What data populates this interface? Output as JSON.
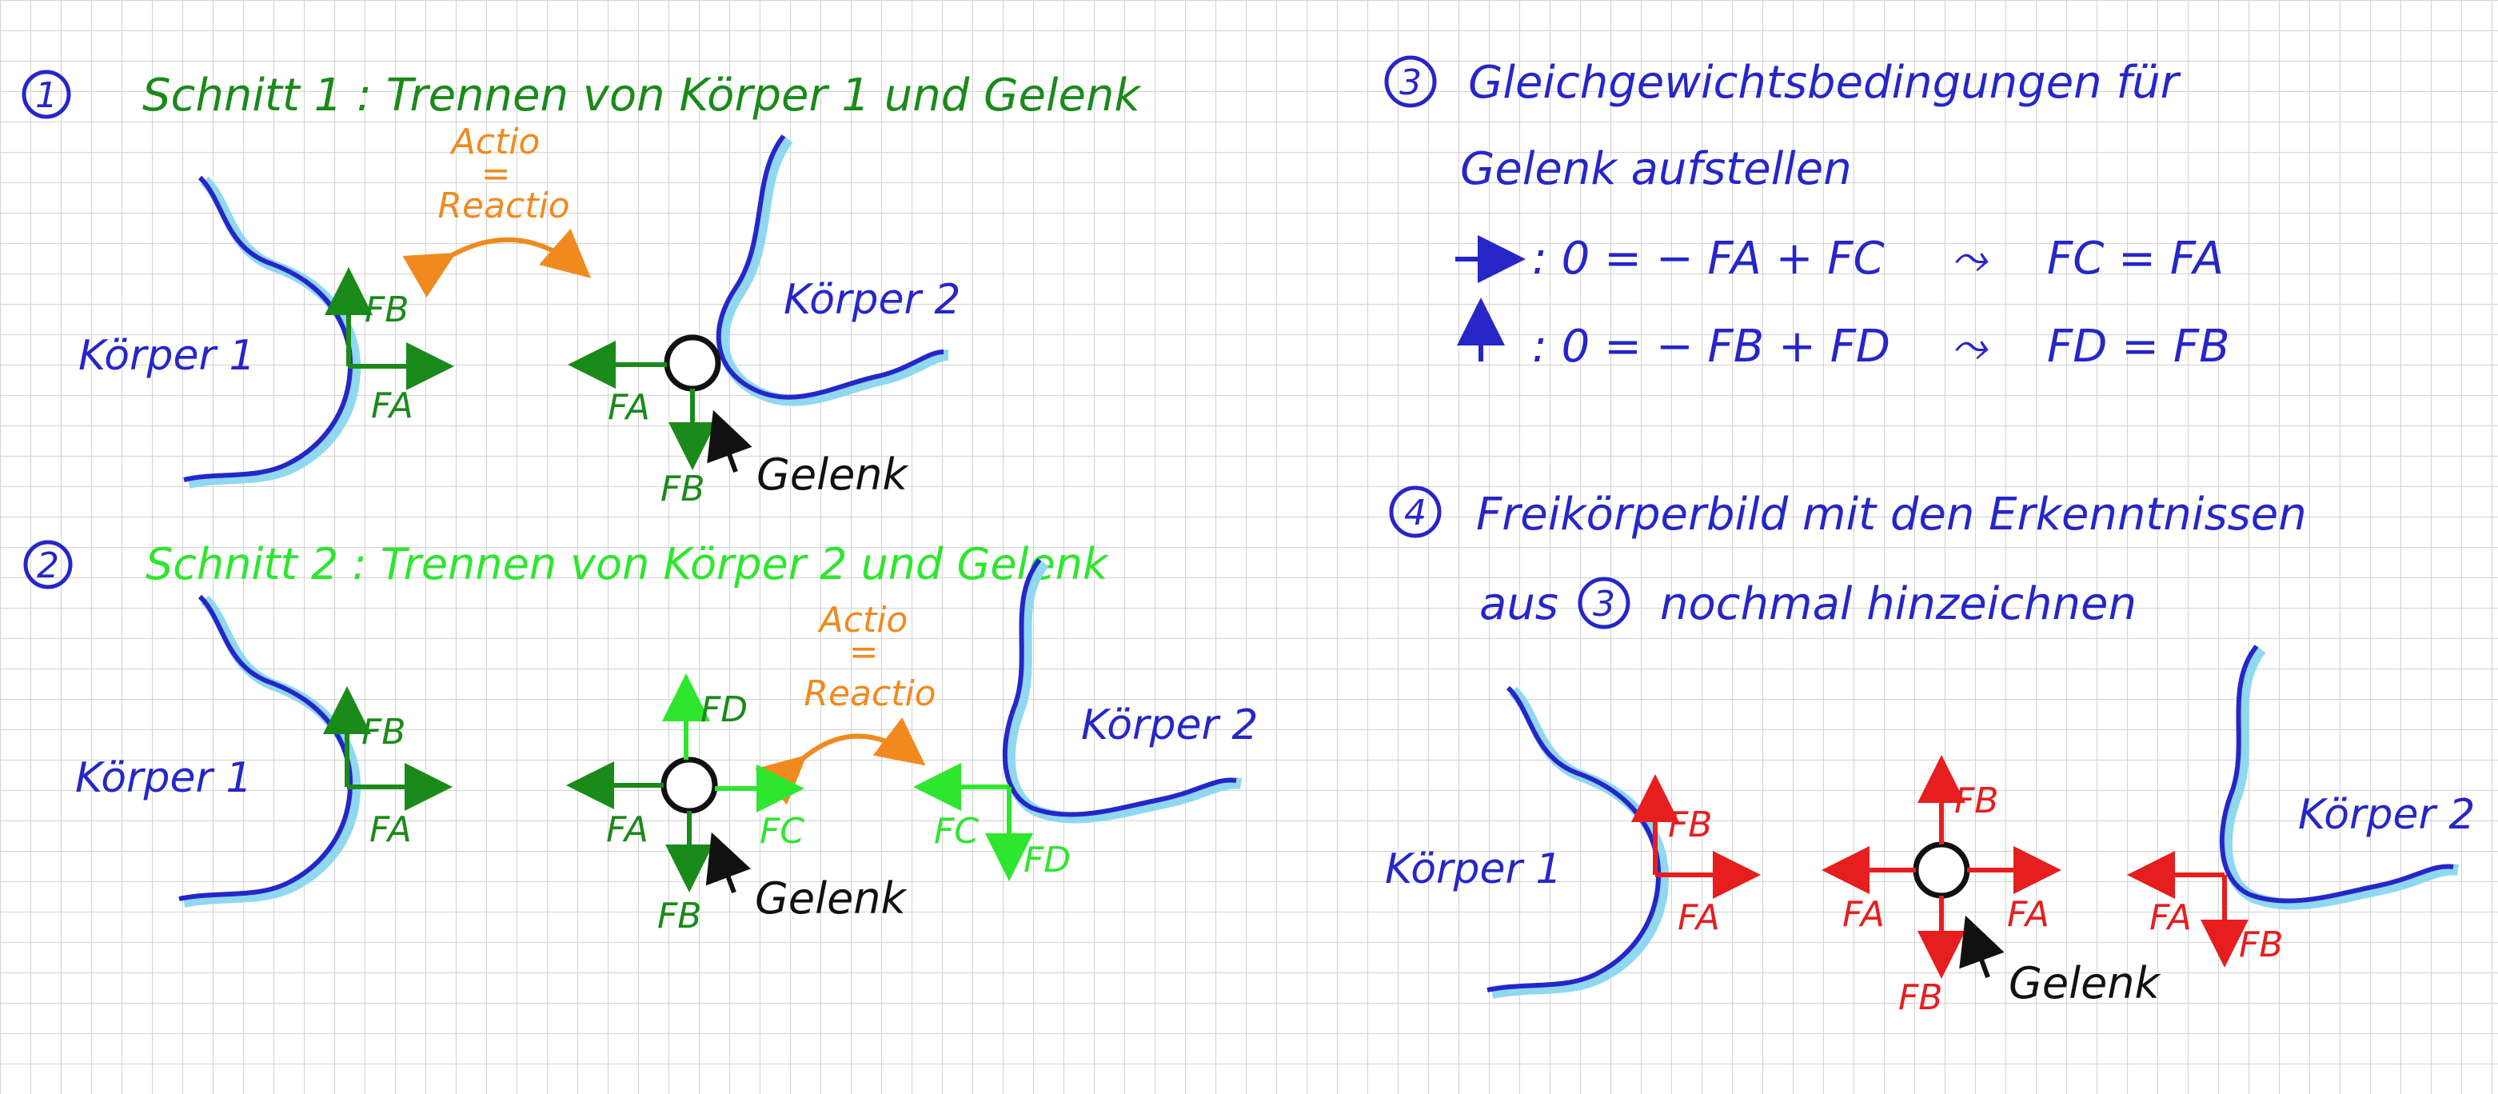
{
  "colors": {
    "grid": "#d2d2d2",
    "grid_major": "#b8b8b8",
    "body_outline": "#2626c8",
    "body_shadow": "#8fd8f0",
    "section1": "#1a8a1a",
    "section2": "#2ee62e",
    "text_blue": "#2626c8",
    "actio": "#f08a1e",
    "forces_final": "#e61e1e",
    "joint": "#111111"
  },
  "section1": {
    "number": "1",
    "title": "Schnitt 1 : Trennen von Körper 1 und Gelenk",
    "actio": "Actio",
    "equals": "=",
    "reactio": "Reactio",
    "body1": "Körper 1",
    "body2": "Körper 2",
    "joint": "Gelenk",
    "fb": "FB",
    "fa": "FA",
    "fa_joint": "FA",
    "fb_joint": "FB"
  },
  "section2": {
    "number": "2",
    "title": "Schnitt 2 : Trennen von Körper 2 und Gelenk",
    "actio": "Actio",
    "equals": "=",
    "reactio": "Reactio",
    "body1": "Körper 1",
    "body2": "Körper 2",
    "joint": "Gelenk",
    "fb": "FB",
    "fa": "FA",
    "fd_joint": "FD",
    "fa_joint": "FA",
    "fc_joint": "FC",
    "fb_joint": "FB",
    "fc_body2": "FC",
    "fd_body2": "FD"
  },
  "section3": {
    "number": "3",
    "title_line1": "Gleichgewichtsbedingungen für",
    "title_line2": "Gelenk aufstellen",
    "eq1": ": 0 = − FA + FC",
    "res1": "FC = FA",
    "eq2": ": 0 = − FB + FD",
    "res2": "FD = FB",
    "implies": "⤳"
  },
  "section4": {
    "number": "4",
    "title_line1": "Freikörperbild mit den Erkenntnissen",
    "title_line2_a": "aus",
    "title_line2_num": "3",
    "title_line2_b": "nochmal hinzeichnen",
    "body1": "Körper 1",
    "body2": "Körper 2",
    "joint": "Gelenk",
    "fb": "FB",
    "fa": "FA",
    "fb_up_joint": "FB",
    "fa_left_joint": "FA",
    "fa_right_joint": "FA",
    "fb_down_joint": "FB",
    "fa_body2": "FA",
    "fb_body2": "FB"
  }
}
